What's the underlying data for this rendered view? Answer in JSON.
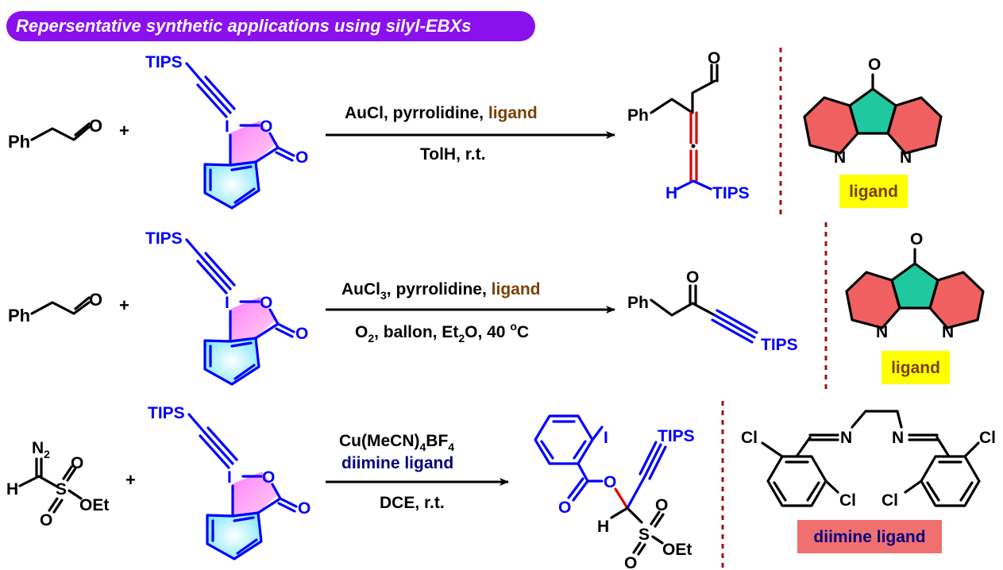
{
  "banner": {
    "text": "Repersentative synthetic applications using silyl-EBXs",
    "bg": "#8a10ee"
  },
  "atoms": {
    "ph": "Ph",
    "o": "O",
    "tips": "TIPS",
    "i": "I",
    "n": "N",
    "h": "H",
    "s": "S",
    "oet": "OEt",
    "cl": "Cl",
    "n2": "N",
    "n2_sub": "2",
    "plus": "+"
  },
  "reactions": [
    {
      "conditions_top_parts": [
        "AuCl, pyrrolidine, ",
        "ligand"
      ],
      "conditions_bottom": "TolH, r.t.",
      "ligand_label": "ligand"
    },
    {
      "conditions_top_parts": [
        "AuCl",
        "3",
        ", pyrrolidine, ",
        "ligand"
      ],
      "conditions_bottom_parts": [
        "O",
        "2",
        ", ballon, Et",
        "2",
        "O, 40 ",
        "o",
        "C"
      ],
      "ligand_label": "ligand"
    },
    {
      "conditions_top_parts": [
        "Cu(MeCN)",
        "4",
        "BF",
        "4"
      ],
      "conditions_mid": "diimine ligand",
      "conditions_bottom": "DCE, r.t.",
      "ligand_label": "diimine ligand"
    }
  ],
  "colors": {
    "ligand_text": "#7a3f00",
    "ligand_box": "#ffff00",
    "diimine_box": "#f07070",
    "diimine_text": "#000080",
    "pyridine_fill": "#f06060",
    "cyclopentanone_fill": "#20c8a0",
    "aryl_orange": "#ff6a00",
    "aryl_yellow": "#ffd060",
    "divider": "#a01010"
  }
}
